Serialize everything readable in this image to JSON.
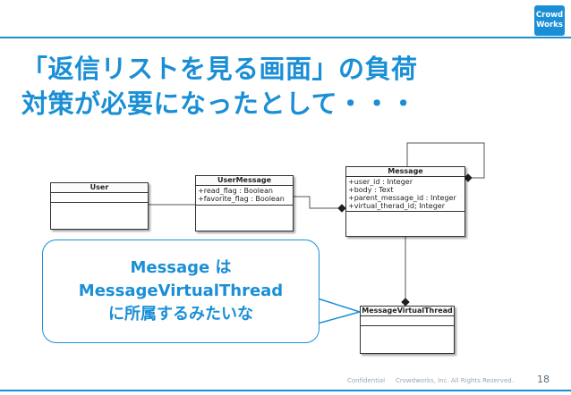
{
  "logo": {
    "line1": "Crowd",
    "line2": "Works"
  },
  "title": {
    "line1": "「返信リストを見る画面」の負荷",
    "line2": "対策が必要になったとして・・・"
  },
  "diagram": {
    "user": {
      "name": "User"
    },
    "user_message": {
      "name": "UserMessage",
      "attributes": [
        "+read_flag : Boolean",
        "+favorite_flag : Boolean"
      ]
    },
    "message": {
      "name": "Message",
      "attributes": [
        "+user_id : Integer",
        "+body : Text",
        "+parent_message_id : Integer",
        "+virtual_therad_id; Integer"
      ]
    },
    "message_virtual_thread": {
      "name": "MessageVirtualThread"
    }
  },
  "callout": {
    "line1": "Message は",
    "line2": "MessageVirtualThread",
    "line3": "に所属するみたいな"
  },
  "footer": {
    "confidential": "Confidential",
    "copyright": "Crowdworks, Inc. All Rights Reserved.",
    "page_number": "18"
  },
  "colors": {
    "accent": "#1a8fd6"
  }
}
